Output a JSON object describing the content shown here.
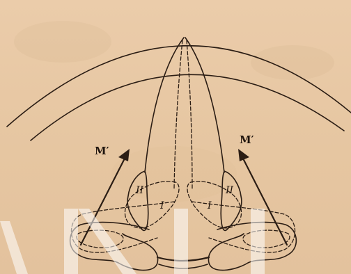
{
  "labels": {
    "left_force": "M′",
    "right_force": "M′",
    "left_position_1": "I",
    "right_position_1": "I",
    "left_position_2": "II",
    "right_position_2": "II"
  },
  "colors": {
    "paper": "#e8c9a6",
    "ink": "#2b1d14",
    "watermark": "#ffffff"
  }
}
